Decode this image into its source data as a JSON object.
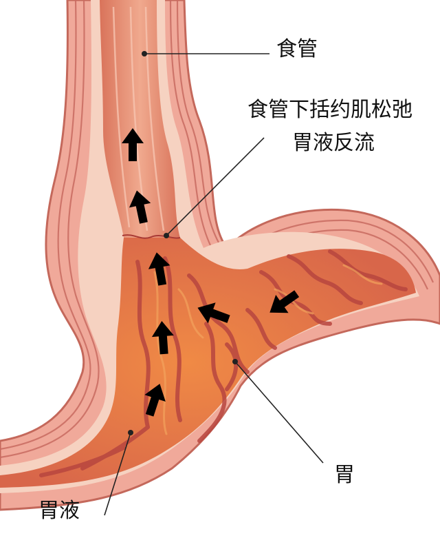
{
  "labels": {
    "esophagus": "食管",
    "les_relaxed": "食管下括约肌松弛",
    "acid_reflux": "胃液反流",
    "stomach": "胃",
    "gastric_acid": "胃液"
  },
  "colors": {
    "outer_wall": "#f0a99a",
    "wall_stripe": "#c96b61",
    "inner_lining": "#f6d2c1",
    "lumen": "#e08868",
    "stomach_interior": "#e37a3f",
    "rugae": "#b8463f",
    "arrow": "#000000",
    "leader_line": "#222222"
  },
  "icons": [
    "up-arrow-icon"
  ]
}
